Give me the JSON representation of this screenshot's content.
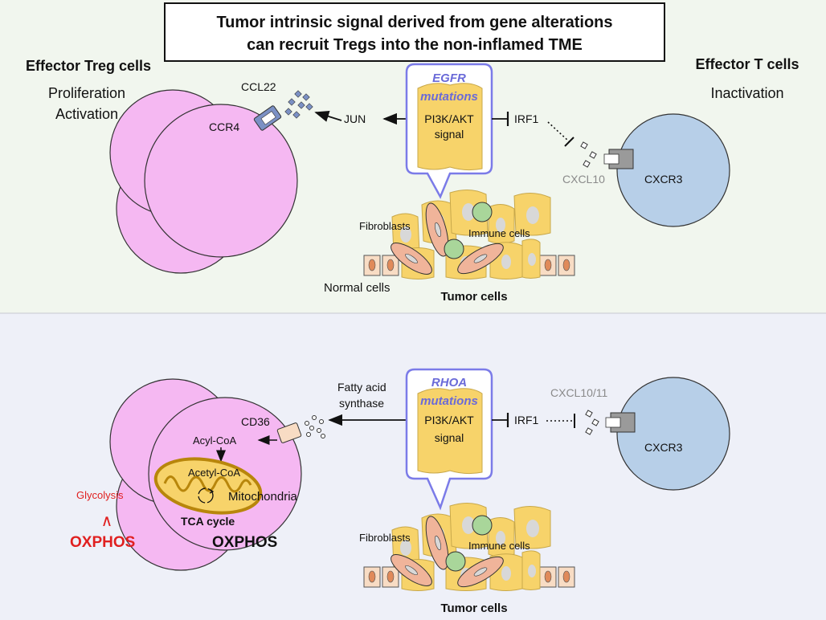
{
  "title": {
    "line1": "Tumor intrinsic signal derived from gene alterations",
    "line2": "can recruit Tregs into the non-inflamed TME"
  },
  "top_panel": {
    "treg_heading": "Effector Treg cells",
    "treg_state_1": "Proliferation",
    "treg_state_2": "Activation",
    "ccl22": "CCL22",
    "ccr4": "CCR4",
    "jun": "JUN",
    "mutation_gene": "EGFR",
    "mutation_word": "mutations",
    "pathway": "PI3K/AKT",
    "pathway_word": "signal",
    "irf1": "IRF1",
    "cxcl10": "CXCL10",
    "cxcr3": "CXCR3",
    "teff_heading": "Effector T cells",
    "teff_state": "Inactivation",
    "fibroblasts": "Fibroblasts",
    "immune_cells": "Immune cells",
    "normal_cells": "Normal cells",
    "tumor_cells": "Tumor cells"
  },
  "bottom_panel": {
    "fatty_acid_1": "Fatty acid",
    "fatty_acid_2": "synthase",
    "cd36": "CD36",
    "acyl_coa": "Acyl-CoA",
    "acetyl_coa": "Acetyl-CoA",
    "mitochondria": "Mitochondria",
    "tca": "TCA cycle",
    "oxphos_black": "OXPHOS",
    "glycolysis": "Glycolysis",
    "less_than": "∧",
    "oxphos_red": "OXPHOS",
    "mutation_gene": "RHOA",
    "mutation_word": "mutations",
    "pathway": "PI3K/AKT",
    "pathway_word": "signal",
    "irf1": "IRF1",
    "cxcl": "CXCL10/11",
    "cxcr3": "CXCR3",
    "fibroblasts": "Fibroblasts",
    "immune_cells": "Immune cells",
    "tumor_cells": "Tumor cells"
  },
  "colors": {
    "top_bg": "#f1f6ee",
    "bottom_bg": "#eef0f8",
    "treg_pink": "#f5b8f2",
    "tcell_blue": "#b7cfe8",
    "tumor_yellow": "#f7d36a",
    "bubble_border": "#7b7be8",
    "mutation_text": "#6a6ad8",
    "immune_green": "#a9d69a",
    "fibroblast_salmon": "#f0b49a",
    "mito_gold": "#b8860b",
    "oxphos_red": "#e02020"
  }
}
